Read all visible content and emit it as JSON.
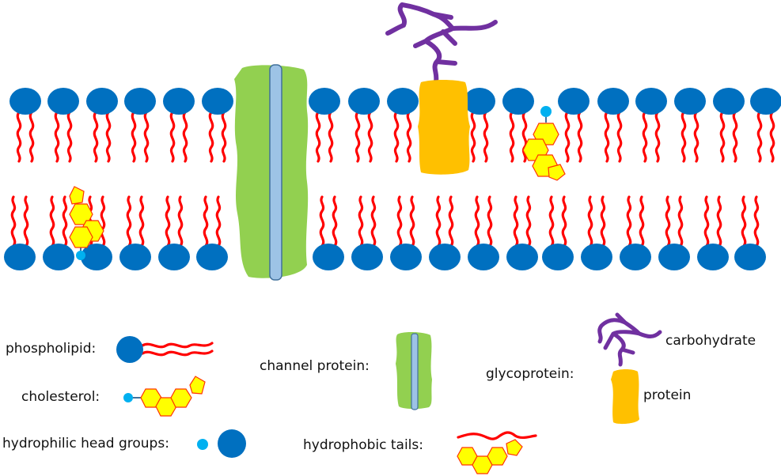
{
  "title": "Cell membrane (phospholipid bilayer) diagram",
  "colors": {
    "head": "#0070c0",
    "tail": "#ff0000",
    "cholesterol_fill": "#ffff00",
    "cholesterol_stroke": "#ff3300",
    "cholesterol_head": "#00b0f0",
    "channel_protein": "#92d050",
    "channel_pore": "#9dc3e6",
    "channel_pore_stroke": "#41719c",
    "glycoprotein_protein": "#ffc000",
    "carbohydrate": "#7030a0"
  },
  "membrane": {
    "top_layer_phospholipids": 17,
    "bottom_layer_phospholipids": 18,
    "cholesterol_count": 2,
    "channel_protein_count": 1,
    "glycoprotein_count": 1
  },
  "legend": {
    "phospholipid": "phospholipid:",
    "cholesterol": "cholesterol:",
    "hydrophilic": "hydrophilic head groups:",
    "channel": "channel protein:",
    "hydrophobic": "hydrophobic tails:",
    "glycoprotein": "glycoprotein:",
    "carbohydrate": "carbohydrate",
    "protein": "protein"
  }
}
